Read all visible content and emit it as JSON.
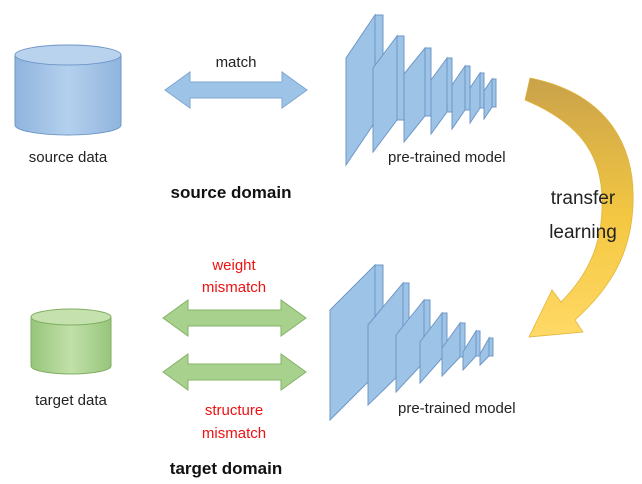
{
  "source": {
    "data_label": "source data",
    "match_label": "match",
    "model_label": "pre-trained model",
    "domain_title": "source domain"
  },
  "transfer": {
    "line1": "transfer",
    "line2": "learning"
  },
  "target": {
    "data_label": "target data",
    "weight_line1": "weight",
    "weight_line2": "mismatch",
    "structure_line1": "structure",
    "structure_line2": "mismatch",
    "model_label": "pre-trained model",
    "domain_title": "target domain"
  },
  "colors": {
    "source_fill": "#9dc3e6",
    "source_stroke": "#6f97c7",
    "target_fill": "#a9d18e",
    "target_stroke": "#7fae62",
    "mismatch_text": "#ee1111",
    "transfer_arrow": "#f2c447"
  }
}
